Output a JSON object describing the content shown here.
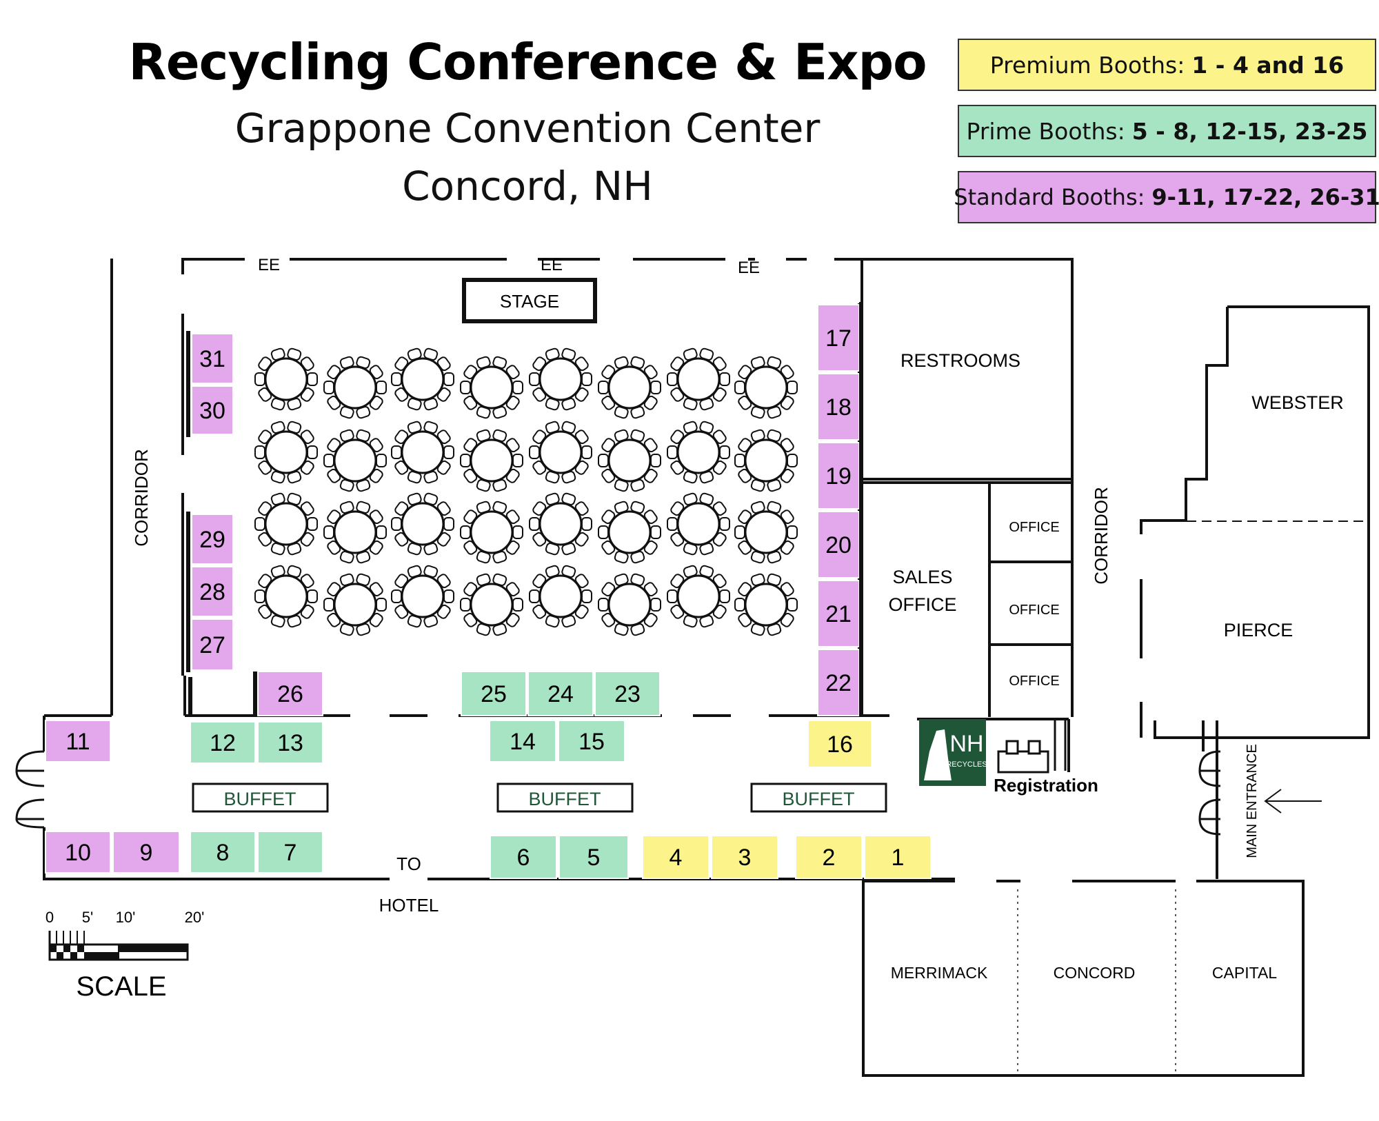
{
  "header": {
    "title": "Recycling Conference & Expo",
    "venue": "Grappone Convention Center",
    "location": "Concord, NH"
  },
  "legend": [
    {
      "label": "Premium Booths:",
      "value": "1 - 4 and 16",
      "color": "#fcf48a"
    },
    {
      "label": "Prime Booths:",
      "value": "5 - 8, 12-15, 23-25",
      "color": "#a7e4c4"
    },
    {
      "label": "Standard Booths:",
      "value": "9-11, 17-22, 26-31",
      "color": "#e3a7ec"
    }
  ],
  "colors": {
    "premium": "#fcf48a",
    "prime": "#a7e4c4",
    "standard": "#e3a7ec",
    "wall": "#111111",
    "nh_logo": "#1e5637"
  },
  "rooms": {
    "stage": "STAGE",
    "restrooms": "RESTROOMS",
    "sales_office_line1": "SALES",
    "sales_office_line2": "OFFICE",
    "office": "OFFICE",
    "webster": "WEBSTER",
    "pierce": "PIERCE",
    "merrimack": "MERRIMACK",
    "concord": "CONCORD",
    "capital": "CAPITAL",
    "corridor": "CORRIDOR",
    "main_entrance": "MAIN ENTRANCE",
    "to": "TO",
    "hotel": "HOTEL",
    "buffet": "BUFFET",
    "registration": "Registration",
    "ee": "EE"
  },
  "logo": {
    "line1": "NH",
    "line2": "RECYCLES"
  },
  "scale": {
    "title": "SCALE",
    "ticks": [
      "0",
      "5'",
      "10'",
      "20'"
    ]
  },
  "booths": [
    {
      "num": "1",
      "tier": "premium"
    },
    {
      "num": "2",
      "tier": "premium"
    },
    {
      "num": "3",
      "tier": "premium"
    },
    {
      "num": "4",
      "tier": "premium"
    },
    {
      "num": "5",
      "tier": "prime"
    },
    {
      "num": "6",
      "tier": "prime"
    },
    {
      "num": "7",
      "tier": "prime"
    },
    {
      "num": "8",
      "tier": "prime"
    },
    {
      "num": "9",
      "tier": "standard"
    },
    {
      "num": "10",
      "tier": "standard"
    },
    {
      "num": "11",
      "tier": "standard"
    },
    {
      "num": "12",
      "tier": "prime"
    },
    {
      "num": "13",
      "tier": "prime"
    },
    {
      "num": "14",
      "tier": "prime"
    },
    {
      "num": "15",
      "tier": "prime"
    },
    {
      "num": "16",
      "tier": "premium"
    },
    {
      "num": "17",
      "tier": "standard"
    },
    {
      "num": "18",
      "tier": "standard"
    },
    {
      "num": "19",
      "tier": "standard"
    },
    {
      "num": "20",
      "tier": "standard"
    },
    {
      "num": "21",
      "tier": "standard"
    },
    {
      "num": "22",
      "tier": "standard"
    },
    {
      "num": "23",
      "tier": "prime"
    },
    {
      "num": "24",
      "tier": "prime"
    },
    {
      "num": "25",
      "tier": "prime"
    },
    {
      "num": "26",
      "tier": "standard"
    },
    {
      "num": "27",
      "tier": "standard"
    },
    {
      "num": "28",
      "tier": "standard"
    },
    {
      "num": "29",
      "tier": "standard"
    },
    {
      "num": "30",
      "tier": "standard"
    },
    {
      "num": "31",
      "tier": "standard"
    }
  ]
}
